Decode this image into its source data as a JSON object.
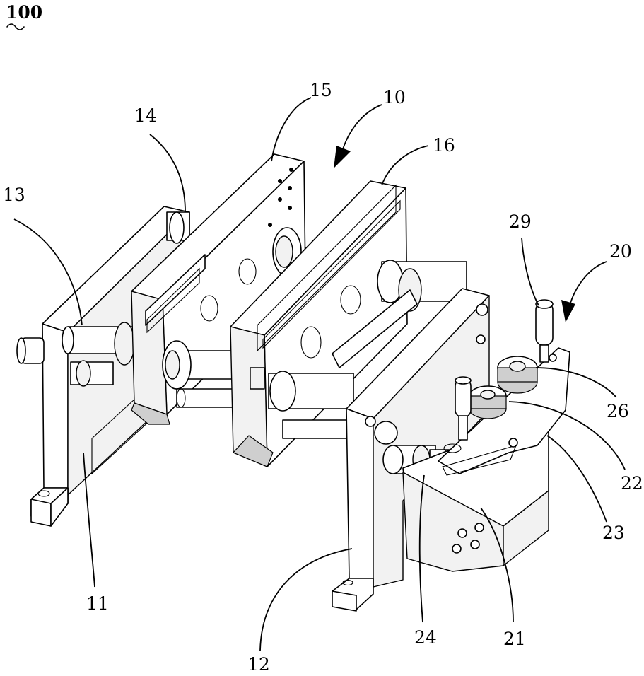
{
  "figure": {
    "assembly_label": "100",
    "labels": {
      "l10": "10",
      "l11": "11",
      "l12": "12",
      "l13": "13",
      "l14": "14",
      "l15": "15",
      "l16": "16",
      "l20": "20",
      "l21": "21",
      "l22": "22",
      "l23": "23",
      "l24": "24",
      "l26": "26",
      "l29": "29"
    }
  }
}
